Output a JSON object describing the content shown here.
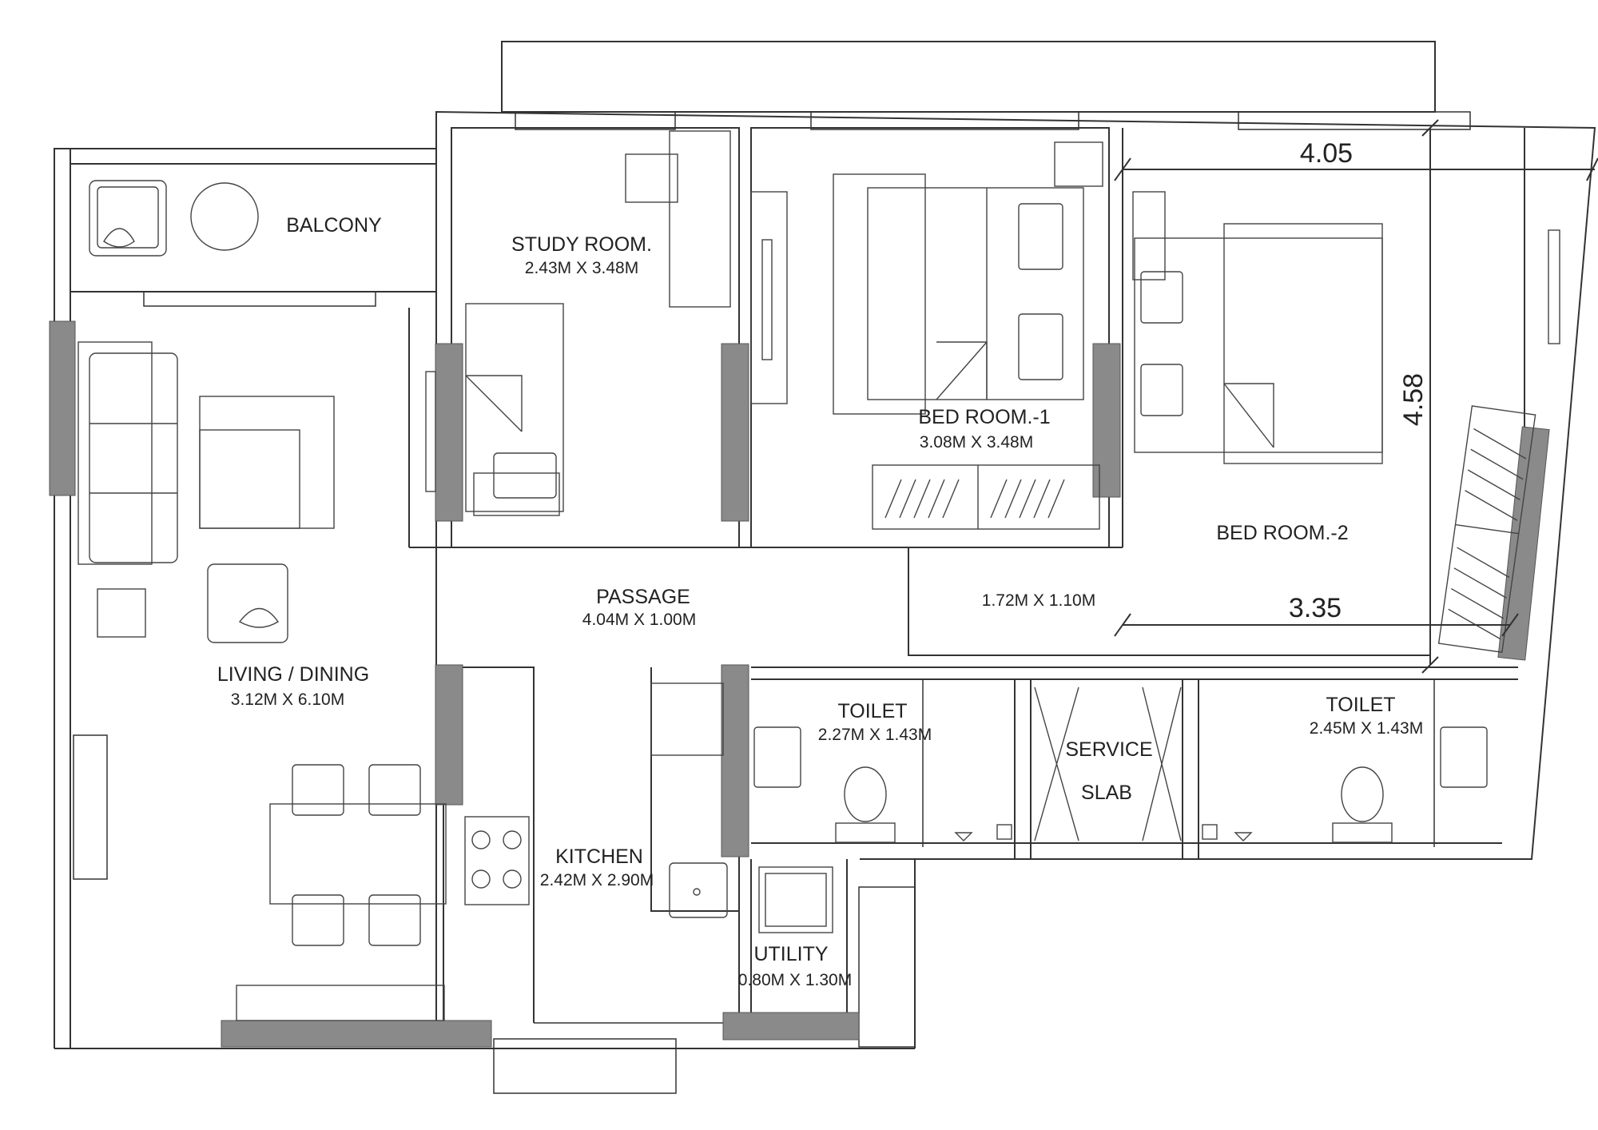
{
  "rooms": {
    "balcony": {
      "name": "BALCONY"
    },
    "study": {
      "name": "STUDY ROOM.",
      "dims": "2.43M X 3.48M"
    },
    "bed1": {
      "name": "BED ROOM.-1",
      "dims": "3.08M X 3.48M"
    },
    "bed2": {
      "name": "BED ROOM.-2"
    },
    "passage": {
      "name": "PASSAGE",
      "dims": "4.04M X 1.00M"
    },
    "passage2": {
      "dims": "1.72M X 1.10M"
    },
    "living": {
      "name": "LIVING / DINING",
      "dims": "3.12M X 6.10M"
    },
    "toilet1": {
      "name": "TOILET",
      "dims": "2.27M X 1.43M"
    },
    "service": {
      "name_line1": "SERVICE",
      "name_line2": "SLAB"
    },
    "toilet2": {
      "name": "TOILET",
      "dims": "2.45M X 1.43M"
    },
    "kitchen": {
      "name": "KITCHEN",
      "dims": "2.42M X 2.90M"
    },
    "utility": {
      "name": "UTILITY",
      "dims": "0.80M X 1.30M"
    }
  },
  "dimensions": {
    "bed2_width": "4.05",
    "bed2_depth": "4.58",
    "bed2_inner": "3.35"
  },
  "colors": {
    "wall": "#333333",
    "door_fill": "#8a8a8a",
    "background": "#ffffff"
  }
}
